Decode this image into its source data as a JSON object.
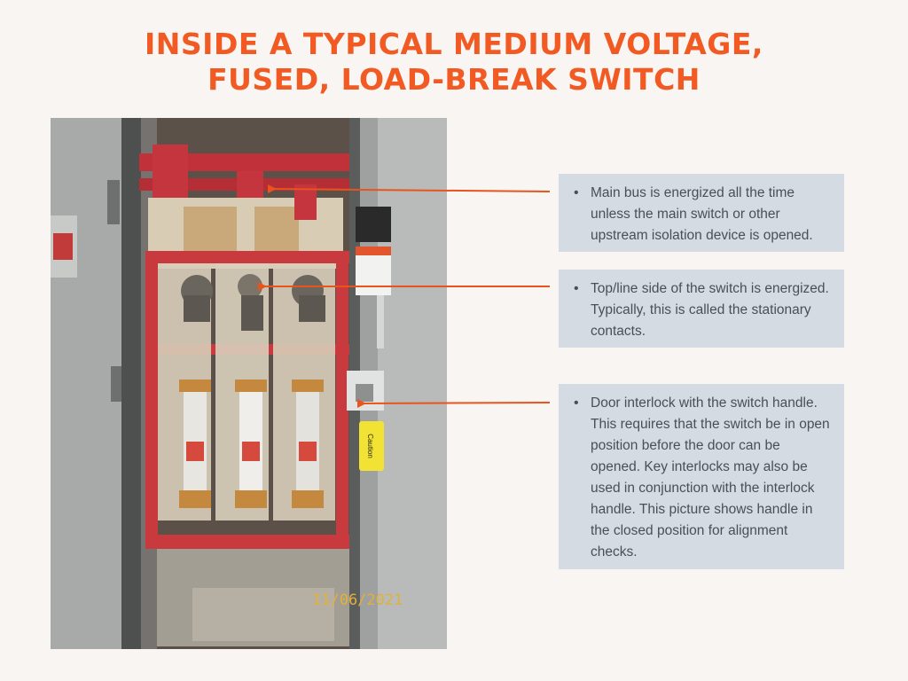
{
  "title": {
    "line1": "INSIDE A TYPICAL MEDIUM VOLTAGE,",
    "line2": "FUSED, LOAD-BREAK SWITCH"
  },
  "photo": {
    "date_stamp": "11/06/2021",
    "caution_tag": "Caution"
  },
  "callouts": [
    {
      "text": "Main bus is energized all the time unless the main switch or other upstream isolation device is opened."
    },
    {
      "text": "Top/line side of the switch is energized. Typically, this is called the stationary contacts."
    },
    {
      "text": "Door interlock with the switch handle. This requires that the switch be in open position before the door can be opened. Key interlocks may also be used in conjunction with the interlock handle. This picture shows handle in the closed position for alignment checks."
    }
  ],
  "colors": {
    "title": "#f15a22",
    "arrow": "#e8541c",
    "callout_bg": "#d5dbe2",
    "callout_text": "#4a4f55"
  }
}
